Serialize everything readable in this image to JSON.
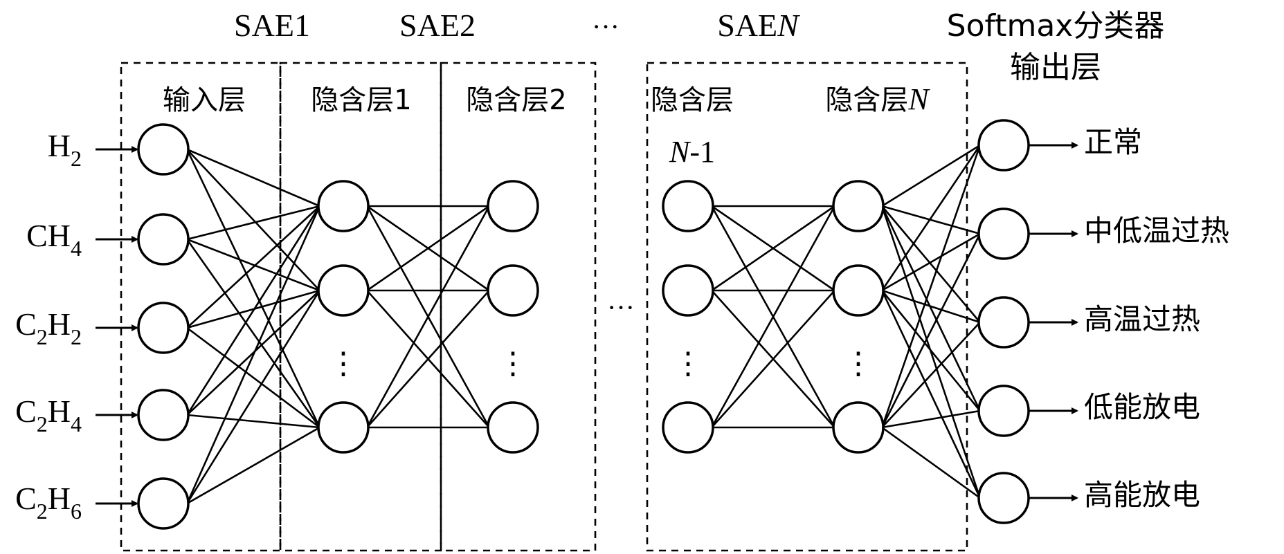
{
  "headers": {
    "sae1": "SAE1",
    "sae2": "SAE2",
    "dots": "···",
    "saeN_prefix": "SAE",
    "saeN_italic": "N",
    "softmax": "Softmax分类器"
  },
  "layers": {
    "input": "输入层",
    "hidden1": "隐含层1",
    "hidden2": "隐含层2",
    "hiddenNm1_line1": "隐含层",
    "hiddenNm1_italic": "N",
    "hiddenNm1_suffix": "-1",
    "hiddenN_prefix": "隐含层",
    "hiddenN_italic": "N",
    "output": "输出层"
  },
  "inputs": [
    {
      "base": "H",
      "sub": "2",
      "base2": "",
      "sub2": ""
    },
    {
      "base": "CH",
      "sub": "4",
      "base2": "",
      "sub2": ""
    },
    {
      "base": "C",
      "sub": "2",
      "base2": "H",
      "sub2": "2"
    },
    {
      "base": "C",
      "sub": "2",
      "base2": "H",
      "sub2": "4"
    },
    {
      "base": "C",
      "sub": "2",
      "base2": "H",
      "sub2": "6"
    }
  ],
  "outputs": [
    "正常",
    "中低温过热",
    "高温过热",
    "低能放电",
    "高能放电"
  ],
  "ellipsis": {
    "vertical": "⋮",
    "middle": "···"
  }
}
